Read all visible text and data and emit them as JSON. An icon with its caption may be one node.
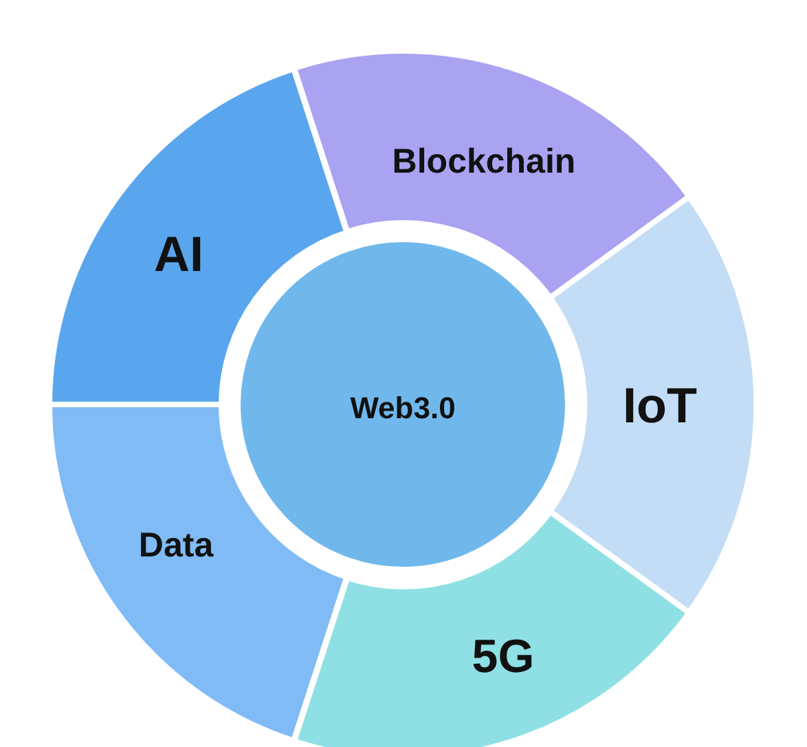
{
  "diagram": {
    "nodes": [
      {
        "text": [
          "Blockchain"
        ]
      },
      {
        "text": [
          "AI"
        ]
      },
      {
        "text": [
          "Web3.0"
        ]
      },
      {
        "text": [
          "IoT"
        ]
      },
      {
        "text": [
          "Data"
        ]
      },
      {
        "text": [
          "5G"
        ]
      }
    ]
  }
}
